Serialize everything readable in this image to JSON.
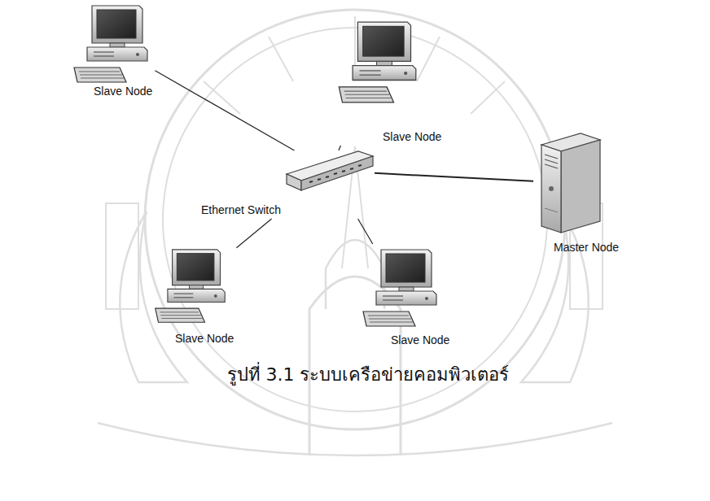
{
  "diagram": {
    "caption": "รูปที่ 3.1 ระบบเครือข่ายคอมพิวเตอร์",
    "nodes": [
      {
        "text": [
          "Slave Node"
        ]
      },
      {
        "text": [
          "Slave Node"
        ]
      },
      {
        "text": [
          "Ethernet Switch"
        ]
      },
      {
        "text": [
          "Master Node"
        ]
      },
      {
        "text": [
          "Slave Node"
        ]
      },
      {
        "text": [
          "Slave Node"
        ]
      }
    ],
    "edges": [
      {
        "from": 0,
        "to": 2,
        "arrow": "none"
      },
      {
        "from": 1,
        "to": 2,
        "arrow": "none"
      },
      {
        "from": 3,
        "to": 2,
        "arrow": "none"
      },
      {
        "from": 4,
        "to": 2,
        "arrow": "none"
      },
      {
        "from": 5,
        "to": 2,
        "arrow": "none"
      }
    ]
  }
}
